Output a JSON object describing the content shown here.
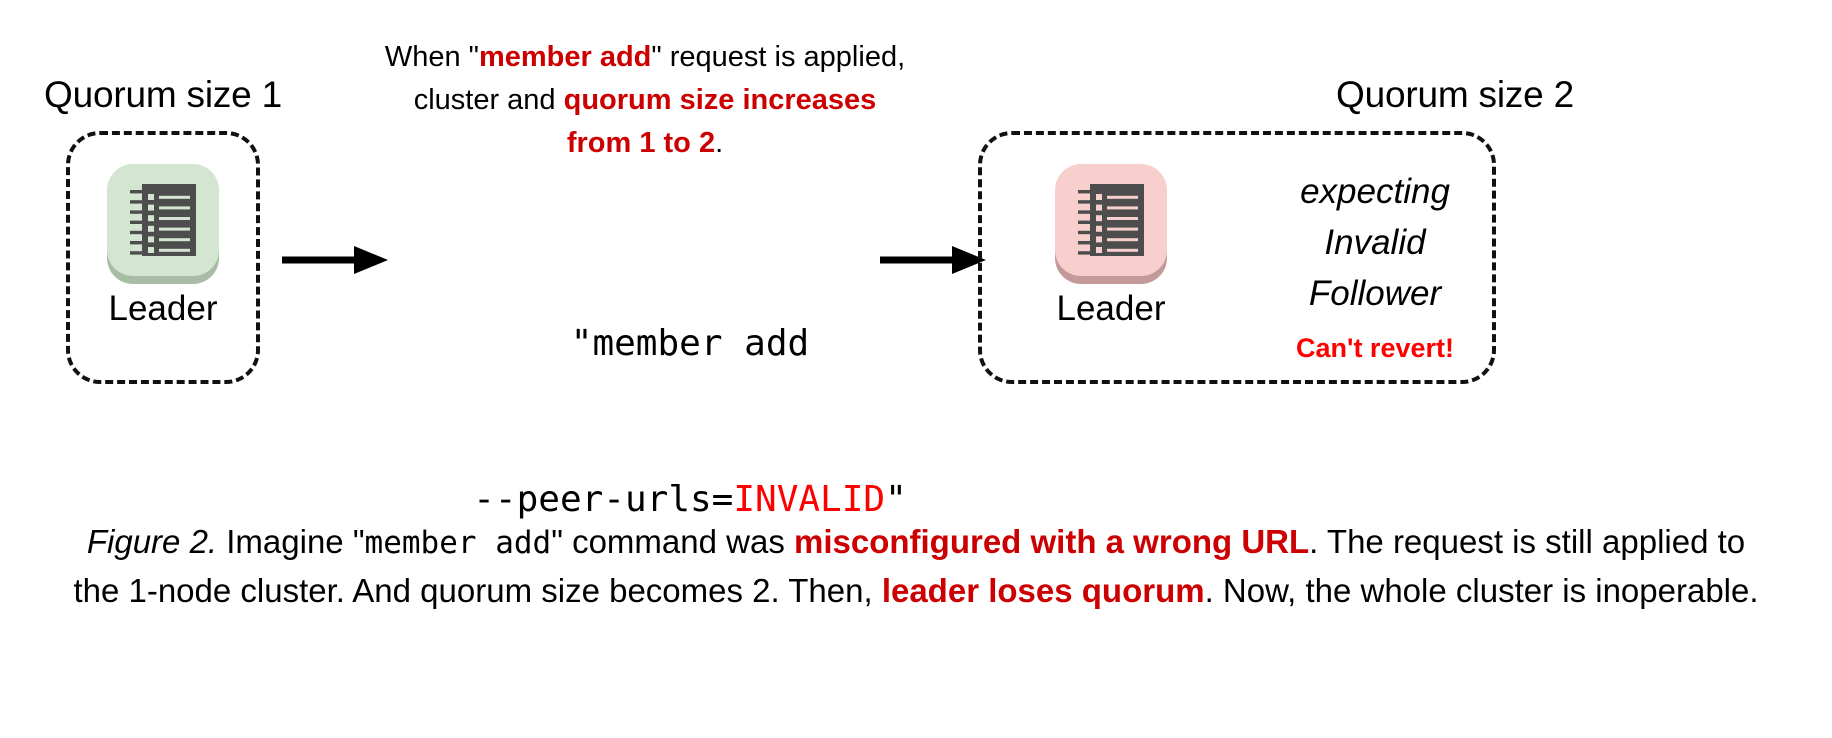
{
  "figure": {
    "left_group": {
      "quorum_label": "Quorum size 1",
      "node_label": "Leader",
      "icon_name": "notebook-icon",
      "icon_tile_color": "#d4e6d2",
      "icon_shadow_color": "#a9bda6",
      "icon_glyph_color": "#4d4d4d"
    },
    "right_group": {
      "quorum_label": "Quorum size 2",
      "node_label": "Leader",
      "icon_name": "notebook-icon",
      "icon_tile_color": "#f7cfcd",
      "icon_shadow_color": "#c39a99",
      "icon_glyph_color": "#4d4d4d",
      "expecting_line1": "expecting",
      "expecting_line2": "Invalid",
      "expecting_line3": "Follower",
      "warning": "Can't revert!"
    },
    "top_note": {
      "seg1": "When \"",
      "seg2_highlight": "member add",
      "seg3": "\" request is applied,",
      "seg4": "cluster and ",
      "seg5_highlight": "quorum size increases",
      "seg6_highlight": "from 1 to 2",
      "seg7": "."
    },
    "command": {
      "line1": "\"member add",
      "line2_prefix": "--peer-urls=",
      "line2_invalid": "INVALID",
      "line2_suffix": "\""
    },
    "arrows": {
      "left_arrow_name": "arrow-right-1",
      "right_arrow_name": "arrow-right-2"
    },
    "caption": {
      "label": "Figure 2.",
      "part1": " Imagine \"",
      "mono1": "member add",
      "part2": "\" command was ",
      "highlight1": "misconfigured with a wrong URL",
      "part3": ". The request is still applied to the 1-node cluster. And quorum size becomes 2. Then, ",
      "highlight2": "leader loses quorum",
      "part4": ". Now, the whole cluster is inoperable."
    },
    "colors": {
      "accent_dark_red": "#cc0000",
      "accent_bright_red": "#fe0000",
      "text": "#000000",
      "background": "#ffffff",
      "dash_border": "#111111"
    }
  }
}
